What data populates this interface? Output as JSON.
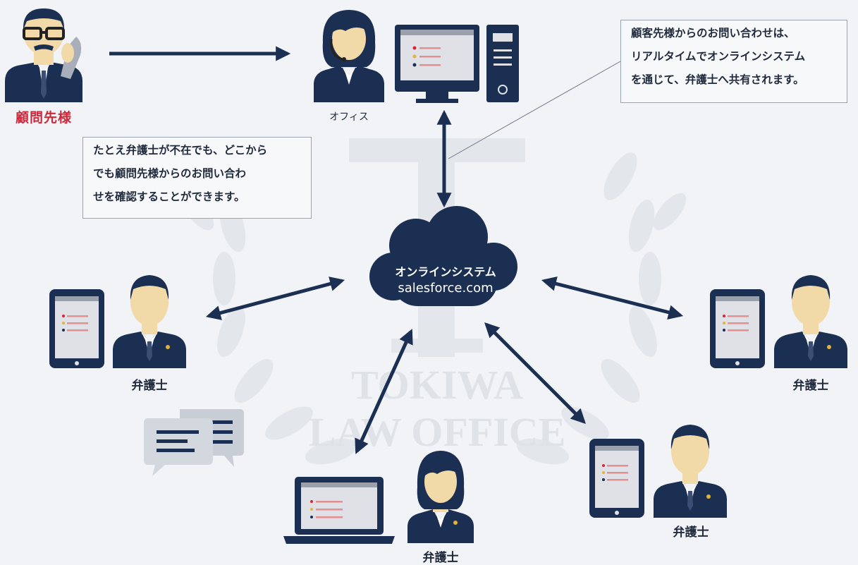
{
  "client": {
    "label": "顧問先様"
  },
  "office": {
    "label": "オフィス"
  },
  "callout_office": {
    "lines": [
      "顧客先様からのお問い合わせは、",
      "リアルタイムでオンラインシステム",
      "を通じて、弁護士へ共有されます。"
    ]
  },
  "callout_lawyer": {
    "lines": [
      "たとえ弁護士が不在でも、どこから",
      "でも顧問先様からのお問い合わ",
      "せを確認することができます。"
    ]
  },
  "cloud": {
    "title": "オンラインシステム",
    "subtitle": "salesforce.com"
  },
  "lawyers": [
    {
      "label": "弁護士"
    },
    {
      "label": "弁護士"
    },
    {
      "label": "弁護士"
    },
    {
      "label": "弁護士"
    }
  ],
  "watermark": {
    "line1": "TOKIWA",
    "line2": "LAW OFFICE"
  },
  "colors": {
    "navy": "#1b2f52",
    "accent_red": "#cc2a3a",
    "skin": "#f2d9a8",
    "screen": "#dfe1e7",
    "watermark": "#e3e6eb"
  },
  "icons": [
    "phone-person-icon",
    "headset-person-icon",
    "desktop-computer-icon",
    "cloud-icon",
    "tablet-icon",
    "laptop-icon",
    "lawyer-icon",
    "chat-bubbles-icon"
  ]
}
